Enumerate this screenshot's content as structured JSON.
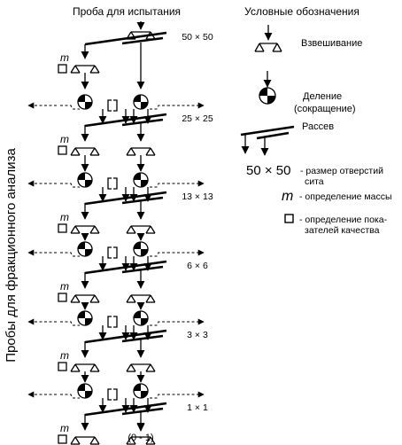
{
  "headers": {
    "left": "Проба для испытания",
    "right": "Условные обозначения"
  },
  "side_label": "Пробы для фракционного анализа",
  "sieve_labels": [
    "50 × 50",
    "25 × 25",
    "13 × 13",
    "6 × 6",
    "3 × 3",
    "1 × 1"
  ],
  "final_label": "(0 - 1)",
  "mass_symbol": "m",
  "legend": {
    "weighing": "Взвешивание",
    "division_line1": "Деление",
    "division_line2": "(сокращение)",
    "screening": "Рассев",
    "size_example": "50 × 50",
    "size_desc_line1": "- размер отверстий",
    "size_desc_line2": "сита",
    "mass_symbol": "m",
    "mass_desc": "- определение массы",
    "quality_desc_line1": "- определение пока-",
    "quality_desc_line2": "зателей качества"
  }
}
